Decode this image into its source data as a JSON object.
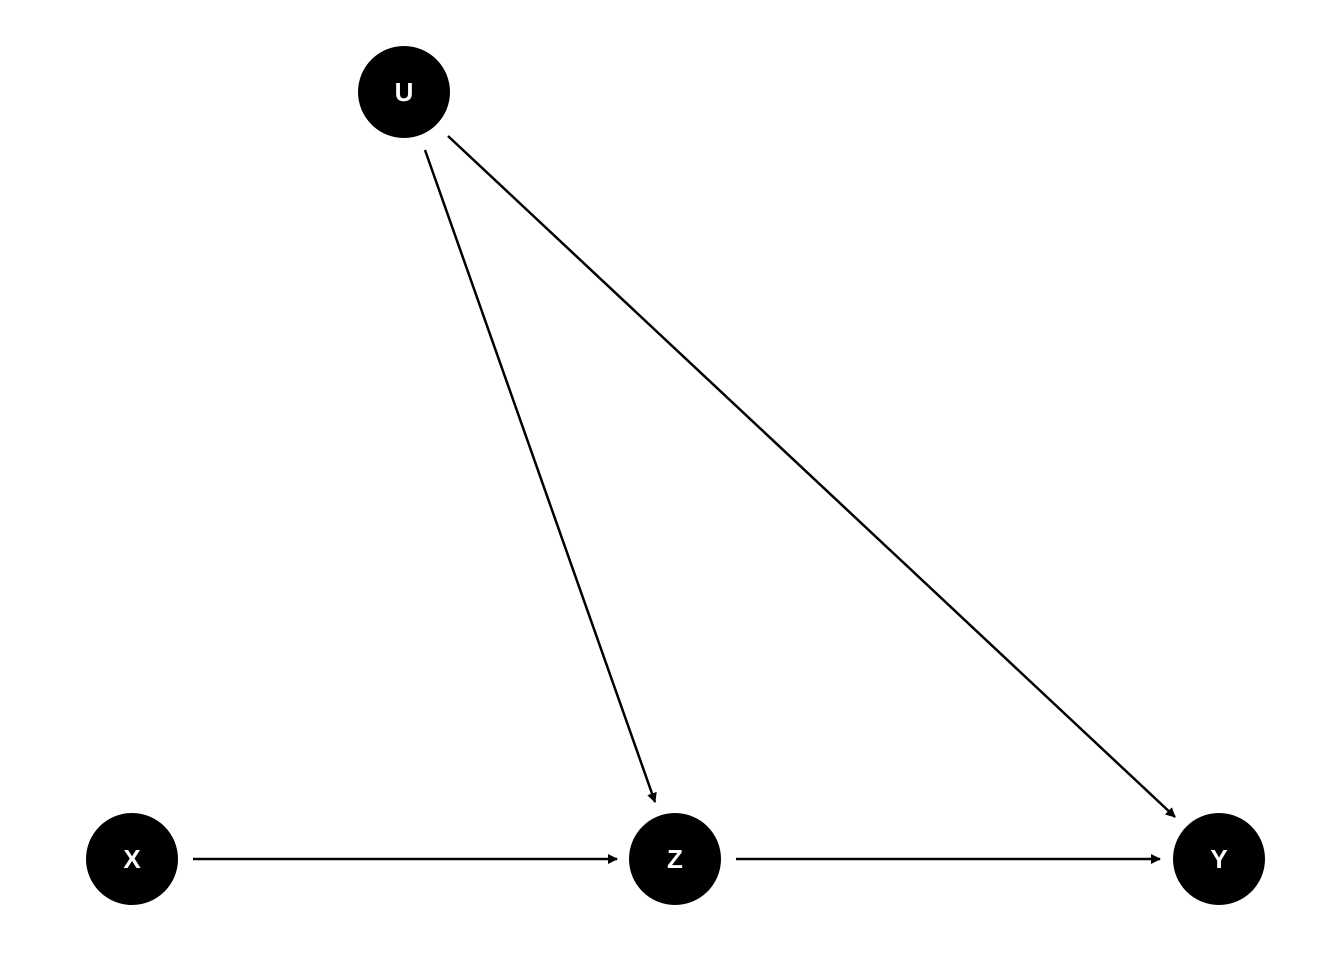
{
  "diagram": {
    "colors": {
      "node_fill": "#000000",
      "node_text": "#ffffff",
      "edge": "#000000",
      "background": "#ffffff"
    },
    "nodes": [
      {
        "id": "U",
        "label": "U"
      },
      {
        "id": "X",
        "label": "X"
      },
      {
        "id": "Z",
        "label": "Z"
      },
      {
        "id": "Y",
        "label": "Y"
      }
    ],
    "edges": [
      {
        "from": "U",
        "to": "Z"
      },
      {
        "from": "U",
        "to": "Y"
      },
      {
        "from": "X",
        "to": "Z"
      },
      {
        "from": "Z",
        "to": "Y"
      }
    ]
  }
}
